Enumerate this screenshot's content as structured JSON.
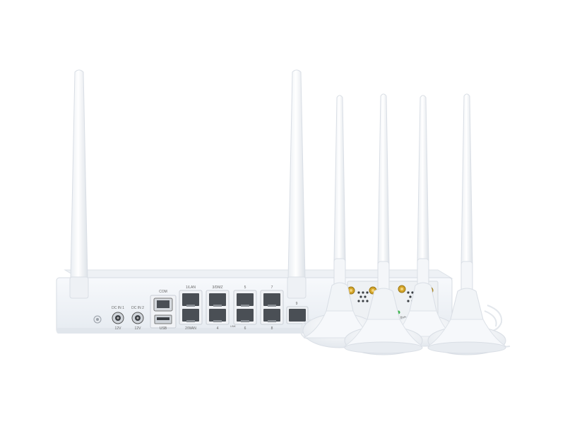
{
  "device": {
    "com_label": "COM",
    "usb_label": "USB",
    "dc_in_1": "DC IN 1",
    "dc_in_2": "DC IN 2",
    "dc_volt_1": "12V",
    "dc_volt_2": "12V",
    "ports_top": [
      "1/LAN",
      "3/DMZ",
      "5",
      "7"
    ],
    "ports_bottom": [
      "2/WAN",
      "4",
      "6",
      "8"
    ],
    "port_9": "9",
    "link_label": "LINK",
    "activity_label": "tivity"
  },
  "colors": {
    "body": "#f3f6fa",
    "edge": "#d9dee5",
    "port": "#4a4f55",
    "connector": "#d4a52a",
    "led": "#39b54a"
  }
}
